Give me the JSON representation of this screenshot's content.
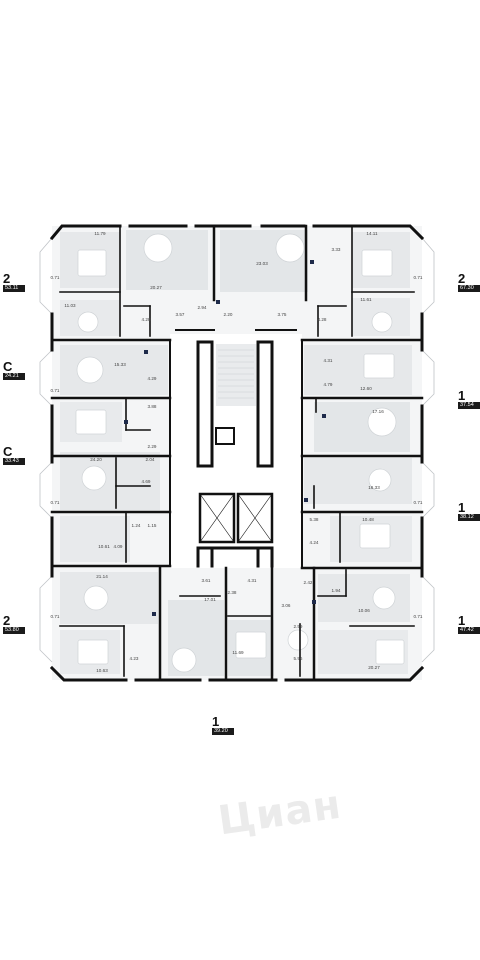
{
  "badges": [
    {
      "rooms": "2",
      "area": "53.11"
    },
    {
      "rooms": "2",
      "area": "67.30"
    },
    {
      "rooms": "C",
      "area": "24.21"
    },
    {
      "rooms": "1",
      "area": "37.54"
    },
    {
      "rooms": "C",
      "area": "33.43"
    },
    {
      "rooms": "1",
      "area": "38.12"
    },
    {
      "rooms": "2",
      "area": "53.80"
    },
    {
      "rooms": "1",
      "area": "47.42"
    },
    {
      "rooms": "1",
      "area": "39.20"
    }
  ],
  "room_areas": [
    "11.79",
    "20.27",
    "23.03",
    "14.11",
    "3.33",
    "0.71",
    "11.03",
    "4.28",
    "3.57",
    "2.94",
    "2.20",
    "3.75",
    "4.28",
    "11.61",
    "0.71",
    "15.33",
    "4.29",
    "3.88",
    "4.31",
    "4.79",
    "12.60",
    "17.16",
    "0.71",
    "24.20",
    "2.29",
    "2.04",
    "4.69",
    "0.71",
    "16.33",
    "0.71",
    "5.38",
    "10.48",
    "4.24",
    "1.24",
    "1.15",
    "10.61",
    "4.09",
    "3.61",
    "4.31",
    "2.42",
    "1.94",
    "21.14",
    "17.01",
    "2.38",
    "3.06",
    "10.06",
    "0.71",
    "2.59",
    "5.96",
    "20.27",
    "10.63",
    "4.23",
    "11.69",
    "0.71"
  ],
  "watermark": "Циан"
}
